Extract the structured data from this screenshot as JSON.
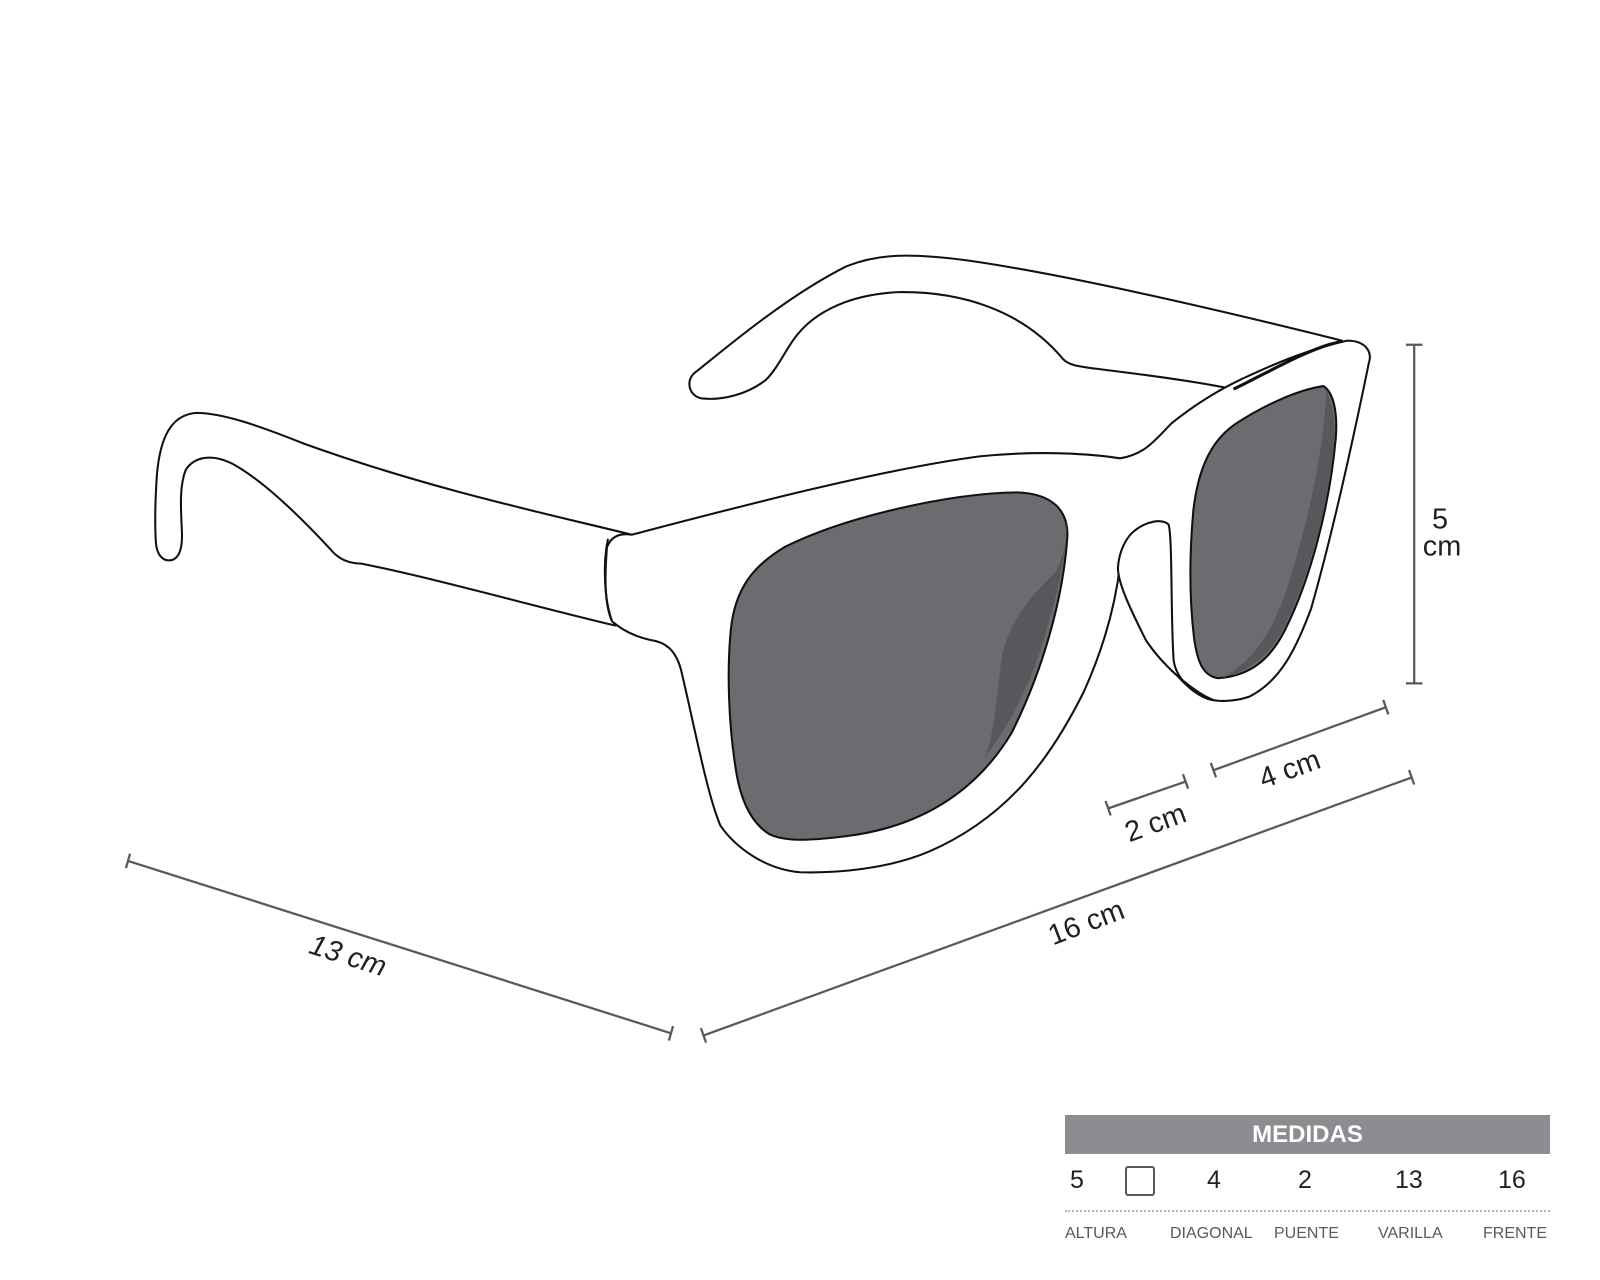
{
  "diagram": {
    "subject": "sunglasses-3d-line-drawing",
    "colors": {
      "lens": "#6b6c70",
      "lens_shade": "#58585c",
      "outline": "#111111",
      "dimension_line": "#58595b",
      "table_header": "#8c8d90"
    },
    "dimensions": {
      "height": {
        "value": "5",
        "unit": "cm"
      },
      "lens_diagonal": "4 cm",
      "bridge": "2 cm",
      "temple": "13 cm",
      "front": "16 cm"
    }
  },
  "measures_table": {
    "title": "MEDIDAS",
    "columns": [
      {
        "value": "5",
        "label": "ALTURA"
      },
      {
        "value": "",
        "label": ""
      },
      {
        "value": "4",
        "label": "DIAGONAL"
      },
      {
        "value": "2",
        "label": "PUENTE"
      },
      {
        "value": "13",
        "label": "VARILLA"
      },
      {
        "value": "16",
        "label": "FRENTE"
      }
    ]
  }
}
